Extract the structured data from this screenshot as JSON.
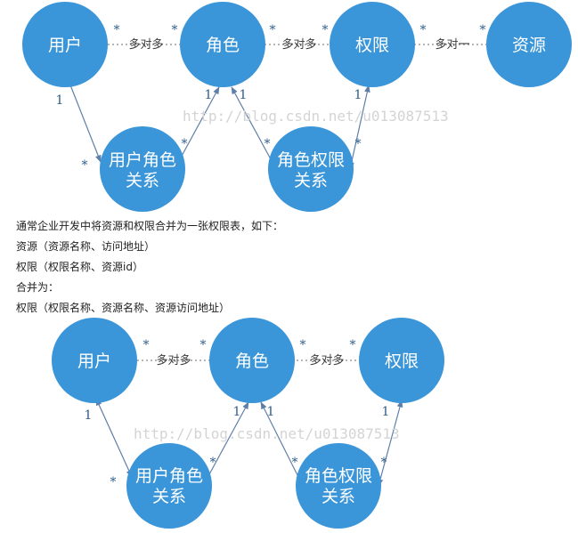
{
  "watermark": "http://blog.csdn.net/u013087513",
  "diagram1": {
    "user": "用户",
    "role": "角色",
    "perm": "权限",
    "resource": "资源",
    "user_role_line1": "用户角色",
    "user_role_line2": "关系",
    "role_perm_line1": "角色权限",
    "role_perm_line2": "关系",
    "rel_user_role": "多对多",
    "rel_role_perm": "多对多",
    "rel_perm_resource": "多对一",
    "star": "*",
    "one": "1"
  },
  "notes": {
    "line1": "通常企业开发中将资源和权限合并为一张权限表，如下：",
    "line2": "资源（资源名称、访问地址）",
    "line3": "权限（权限名称、资源id）",
    "line4": "合并为：",
    "line5": "权限（权限名称、资源名称、资源访问地址）"
  },
  "diagram2": {
    "user": "用户",
    "role": "角色",
    "perm": "权限",
    "user_role_line1": "用户角色",
    "user_role_line2": "关系",
    "role_perm_line1": "角色权限",
    "role_perm_line2": "关系",
    "rel_user_role": "多对多",
    "rel_role_perm": "多对多",
    "star": "*",
    "one": "1"
  },
  "colors": {
    "node_fill": "#3a95d9",
    "node_text": "#ffffff",
    "multiplicity": "#2f5d8a"
  }
}
